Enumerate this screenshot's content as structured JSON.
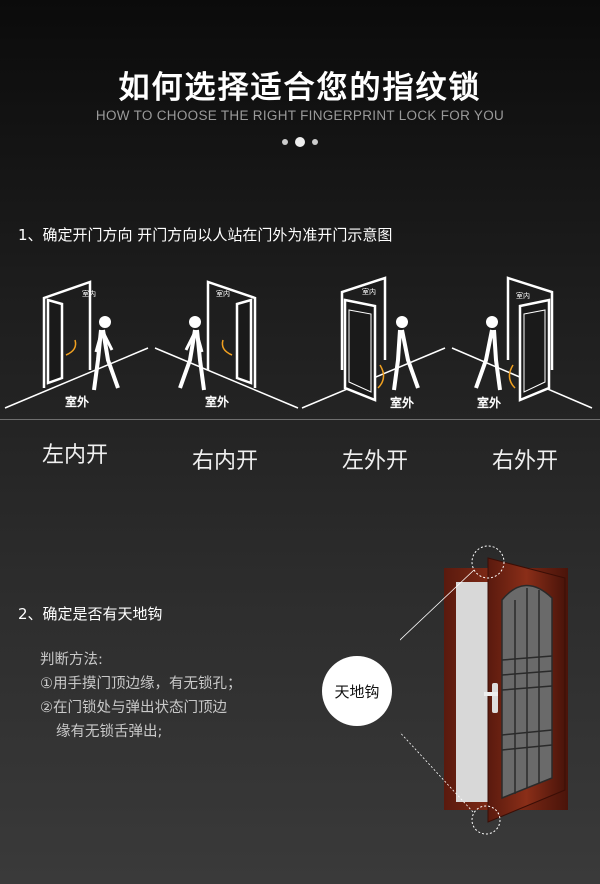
{
  "header": {
    "title": "如何选择适合您的指纹锁",
    "subtitle": "HOW TO CHOOSE THE RIGHT FINGERPRINT LOCK FOR YOU"
  },
  "section1": {
    "heading": "1、确定开门方向 开门方向以人站在门外为准开门示意图",
    "indoor": "室内",
    "outdoor": "室外",
    "doors": [
      {
        "label": "左内开"
      },
      {
        "label": "右内开"
      },
      {
        "label": "左外开"
      },
      {
        "label": "右外开"
      }
    ]
  },
  "section2": {
    "heading": "2、确定是否有天地钩",
    "method_title": "判断方法:",
    "method_items": [
      "①用手摸门顶边缘，有无锁孔；",
      "②在门锁处与弹出状态门顶边",
      "缘有无锁舌弹出;"
    ],
    "badge": "天地钩"
  }
}
